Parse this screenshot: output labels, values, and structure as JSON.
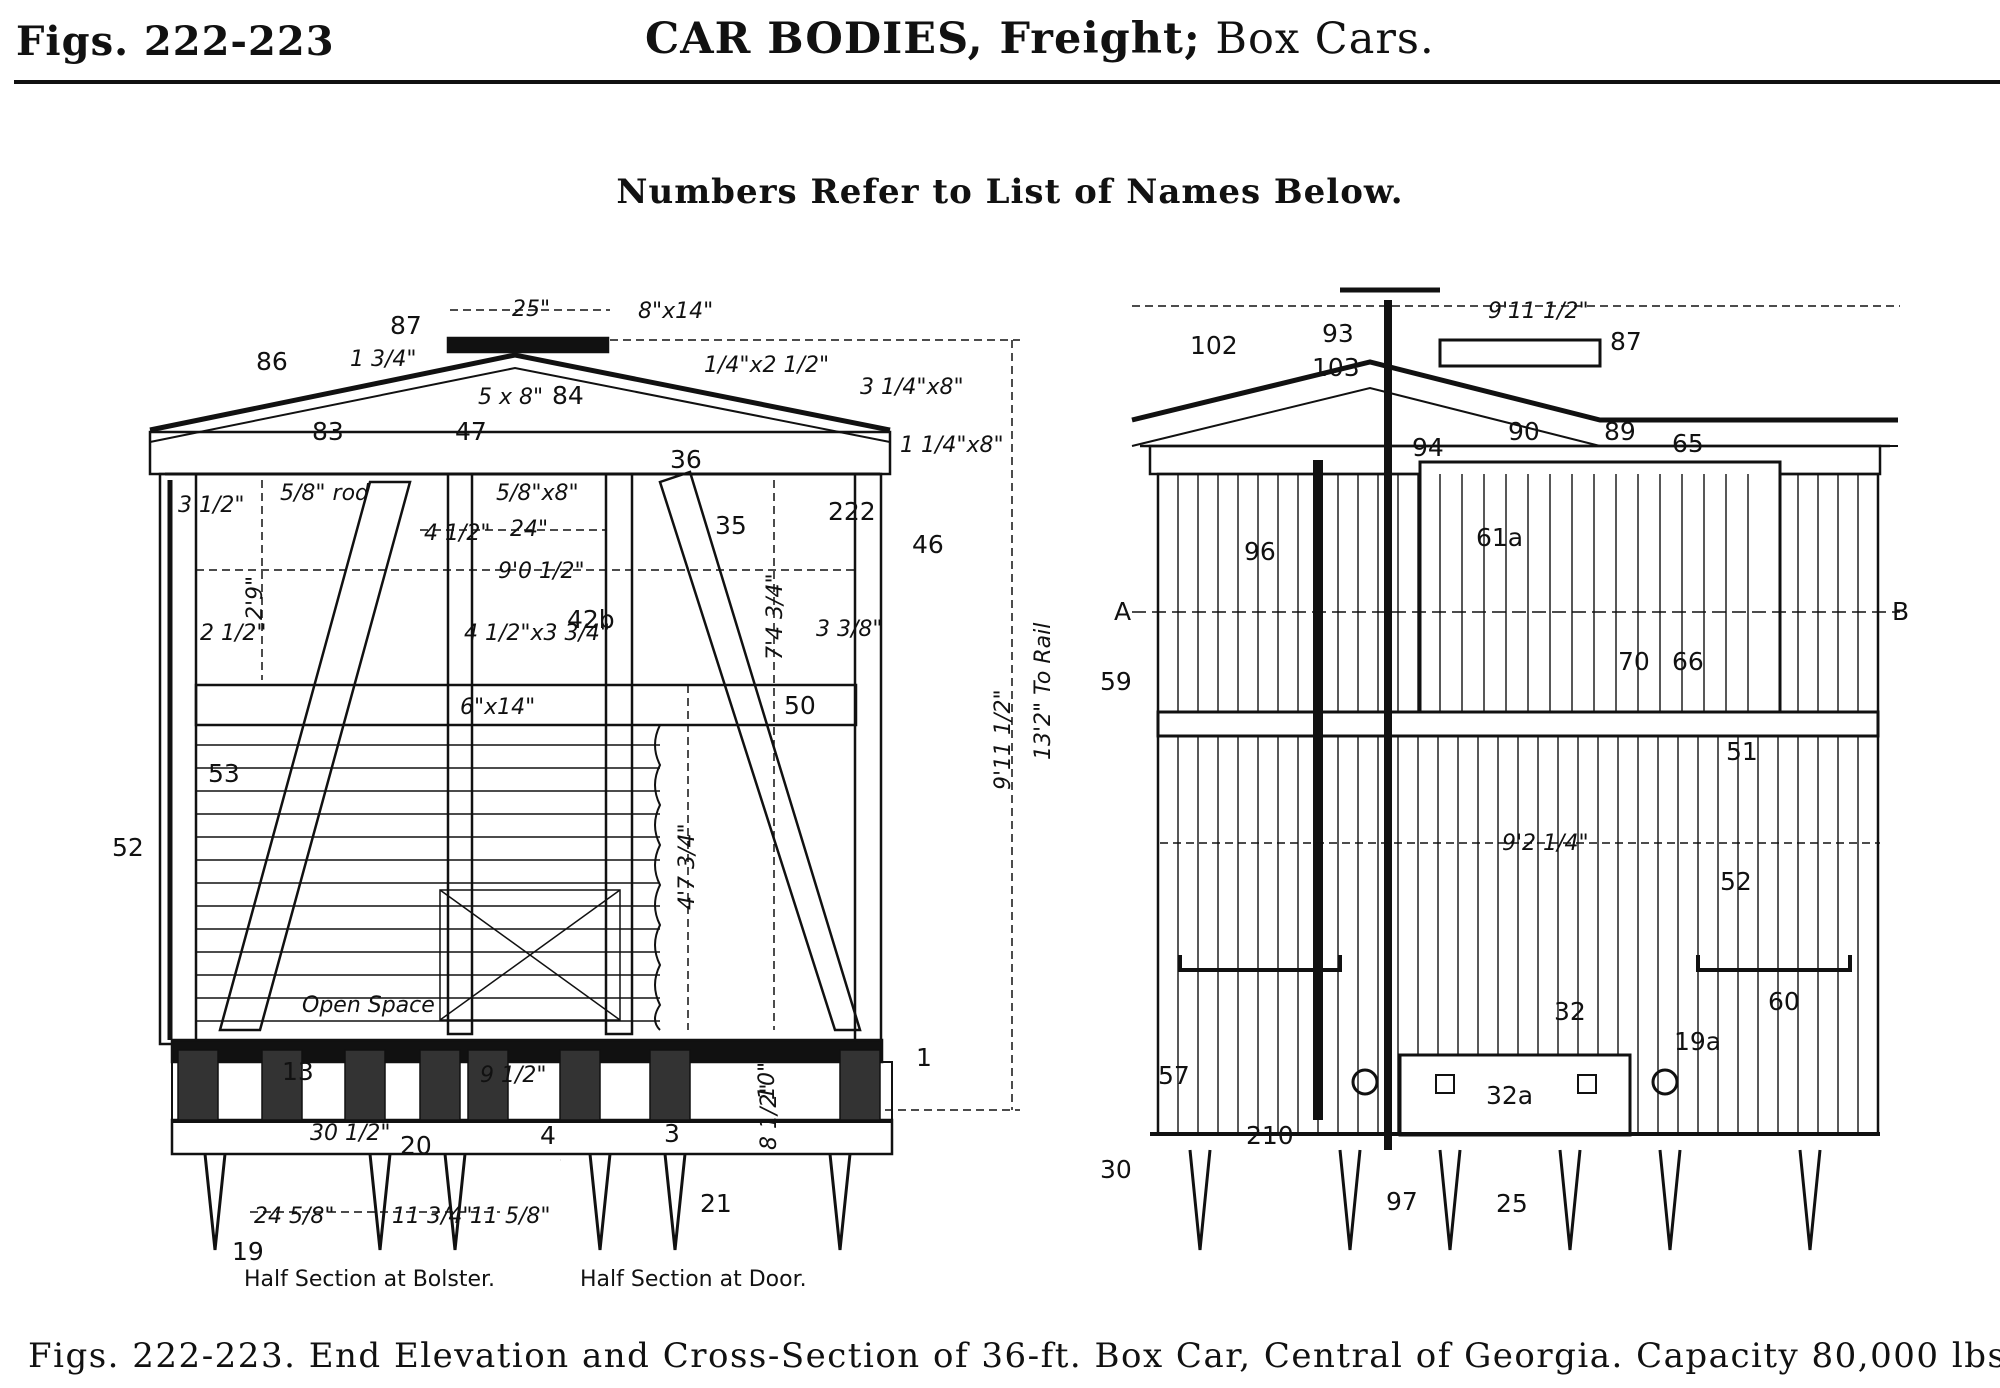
{
  "header": {
    "figs": "Figs. 222-223",
    "title_bold": "CAR BODIES, Freight;",
    "title_rest": "Box Cars."
  },
  "subtitle": "Numbers Refer to List of Names Below.",
  "caption": "Figs. 222-223.  End Elevation and Cross-Section of 36-ft. Box Car, Central of Georgia.  Capacity 80,000 lbs.",
  "left": {
    "labels": {
      "l87": "87",
      "l86": "86",
      "l84": "84",
      "l83": "83",
      "l47": "47",
      "l35": "35",
      "l222": "222",
      "l46": "46",
      "l42b": "42b",
      "l50": "50",
      "l53": "53",
      "l52": "52",
      "l13": "13",
      "l20": "20",
      "l4": "4",
      "l3": "3",
      "l21": "21",
      "l19": "19",
      "l1": "1",
      "l36": "36"
    },
    "dims": {
      "d25": "25\"",
      "d8x14": "8\"x14\"",
      "d13": "1 3/4\"",
      "d5x8": "5 x 8\"",
      "d14x2": "1/4\"x2 1/2\"",
      "d34x8": "3 1/4\"x8\"",
      "d14x8": "1 1/4\"x8\"",
      "d5rod": "5/8\" rod",
      "d58x8": "5/8\"x8\"",
      "d24": "24\"",
      "d9012": "9'0 1/2\"",
      "d29": "2'9\"",
      "d4": "4 1/2\"",
      "d412x334": "4 1/2\"x3 3/4\"",
      "d6x14": "6\"x14\"",
      "d7434": "7'4 3/4\"",
      "d4734": "4'7 3/4\"",
      "d91112": "9'11 1/2\"",
      "d132rail": "13'2\" To Rail",
      "d338": "3 3/8\"",
      "d312": "3 1/2\"",
      "d212": "2 1/2\"",
      "d2458": "24 5/8\"",
      "d1134": "11 3/4\"",
      "d1158": "11 5/8\"",
      "d912": "9 1/2\"",
      "d10": "10\"",
      "d812": "8 1/2\"",
      "d3012": "30 1/2\""
    },
    "notes": {
      "open_space": "Open Space",
      "half_bolster": "Half Section at Bolster.",
      "half_door": "Half Section at Door."
    }
  },
  "right": {
    "labels": {
      "r102": "102",
      "r93": "93",
      "r87": "87",
      "r103": "103",
      "r90": "90",
      "r89": "89",
      "r65": "65",
      "r94": "94",
      "r96": "96",
      "r61a": "61a",
      "rA": "A",
      "rB": "B",
      "r59": "59",
      "r70": "70",
      "r66": "66",
      "r51": "51",
      "r52": "52",
      "r60": "60",
      "r32": "32",
      "r19a": "19a",
      "r57": "57",
      "r32a": "32a",
      "r210": "210",
      "r30": "30",
      "r97": "97",
      "r25": "25"
    },
    "dims": {
      "d91112": "9'11 1/2\"",
      "d9214": "9'2 1/4\""
    }
  }
}
